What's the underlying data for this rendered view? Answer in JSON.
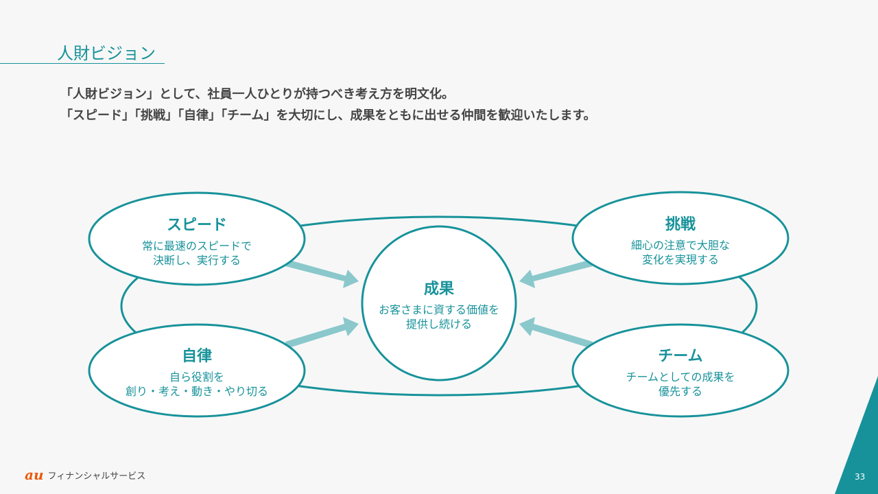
{
  "title": "人財ビジョン",
  "intro": [
    "「人財ビジョン」として、社員一人ひとりが持つべき考え方を明文化。",
    "「スピード」「挑戦」「自律」「チーム」を大切にし、成果をともに出せる仲間を歓迎いたします。"
  ],
  "nodes": {
    "speed": {
      "heading": "スピード",
      "lines": [
        "常に最速のスピードで",
        "決断し、実行する"
      ]
    },
    "challenge": {
      "heading": "挑戦",
      "lines": [
        "細心の注意で大胆な",
        "変化を実現する"
      ]
    },
    "autonomy": {
      "heading": "自律",
      "lines": [
        "自ら役割を",
        "創り・考え・動き・やり切る"
      ]
    },
    "team": {
      "heading": "チーム",
      "lines": [
        "チームとしての成果を",
        "優先する"
      ]
    },
    "result": {
      "heading": "成果",
      "lines": [
        "お客さまに資する価値を",
        "提供し続ける"
      ]
    }
  },
  "footer": {
    "logo": "au",
    "company": "フィナンシャルサービス",
    "page": "33"
  },
  "colors": {
    "accent": "#17929a",
    "arrow": "#8ac8cc",
    "logo": "#eb5a0c"
  }
}
